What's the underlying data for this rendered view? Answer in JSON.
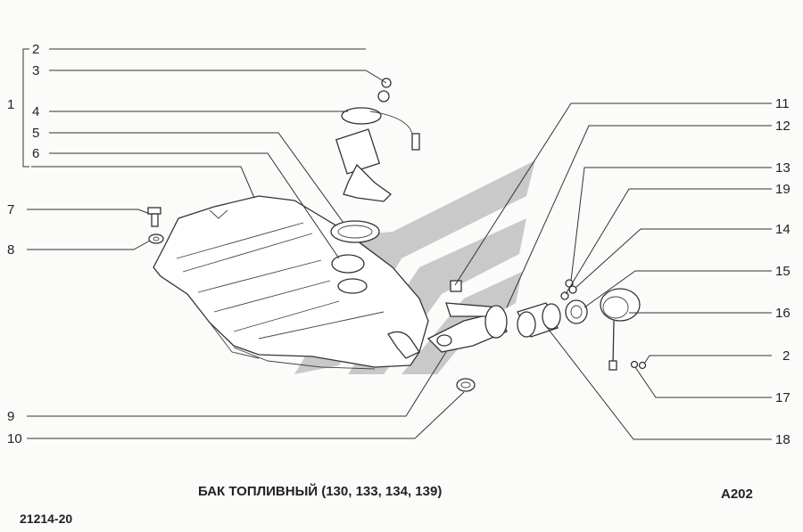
{
  "callouts": {
    "c2a": "2",
    "c3": "3",
    "c1": "1",
    "c4": "4",
    "c5": "5",
    "c6": "6",
    "c7": "7",
    "c8": "8",
    "c9": "9",
    "c10": "10",
    "c11": "11",
    "c12": "12",
    "c13": "13",
    "c19": "19",
    "c14": "14",
    "c15": "15",
    "c16": "16",
    "c2b": "2",
    "c17": "17",
    "c18": "18"
  },
  "caption": "БАК ТОПЛИВНЫЙ (130, 133, 134, 139)",
  "page_code": "A202",
  "model_code": "21214-20",
  "colors": {
    "line": "#333333",
    "watermark": "#c9c9c9",
    "background": "#fbfbfa"
  }
}
